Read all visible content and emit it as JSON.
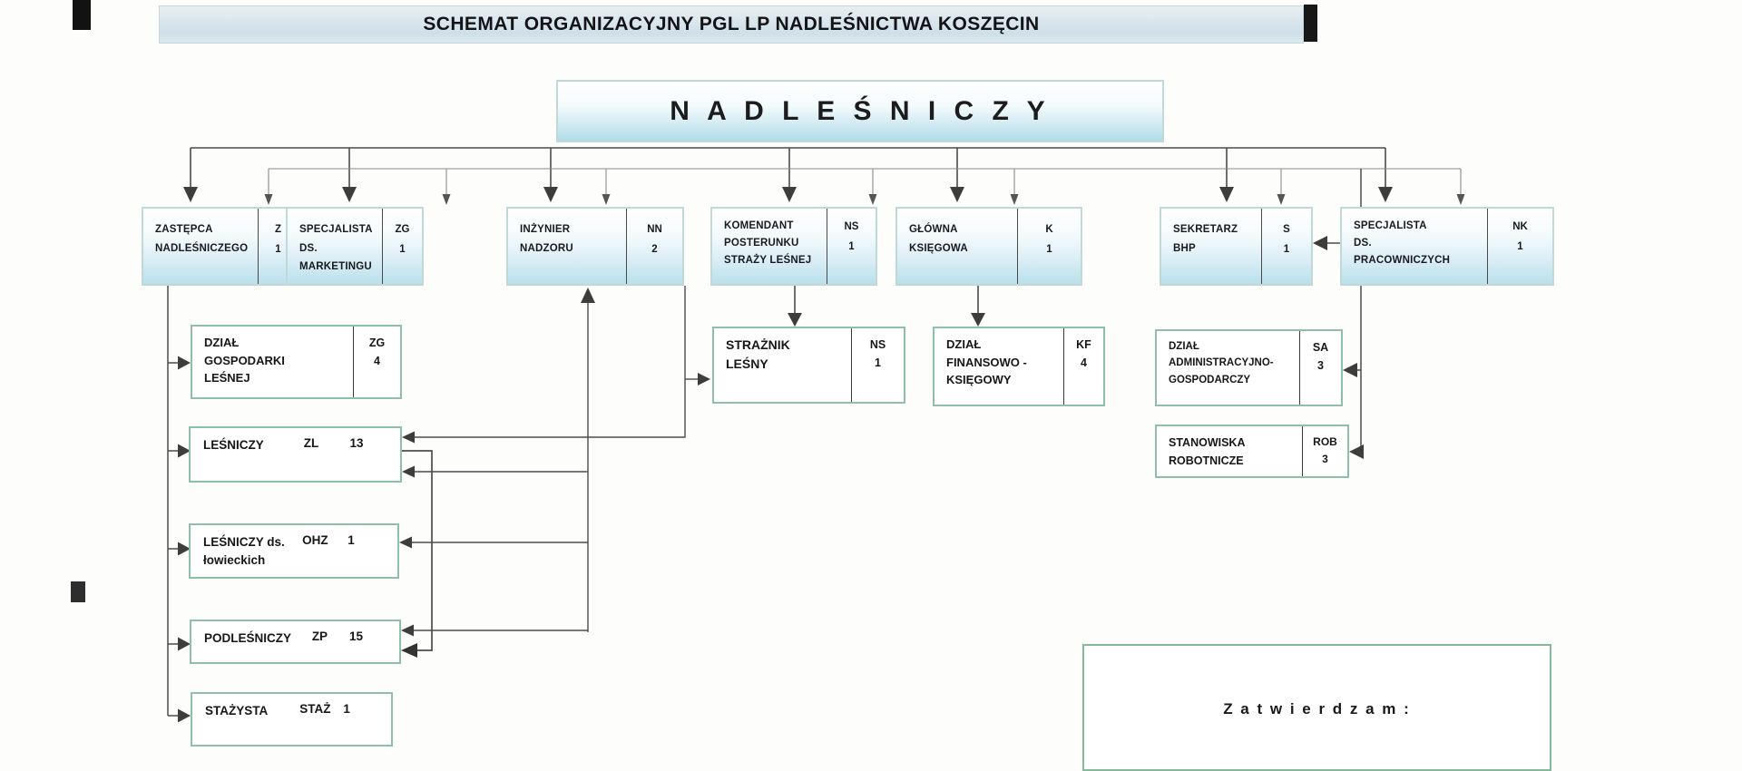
{
  "page": {
    "title": "SCHEMAT ORGANIZACYJNY PGL LP NADLEŚNICTWA KOSZĘCIN"
  },
  "root": {
    "name": "NADLEŚNICZY",
    "display": "N A D L E Ś N I C Z Y"
  },
  "approval": {
    "display": "Z a t w i e r d z a m :"
  },
  "colors": {
    "box_border_teal": "#8fbfa9",
    "top_box_border": "#c0d8d6",
    "top_box_fill_bottom": "#b9e0ec",
    "header_fill": "#d8e5ec",
    "line_color": "#4c4c4c"
  },
  "top_row": [
    {
      "title": "ZASTĘPCA\nNADLEŚNICZEGO",
      "code": "Z",
      "count": "1"
    },
    {
      "title": "SPECJALISTA DS.\nMARKETINGU",
      "code": "ZG",
      "count": "1"
    },
    {
      "title": "INŻYNIER\nNADZORU",
      "code": "NN",
      "count": "2"
    },
    {
      "title": "KOMENDANT\nPOSTERUNKU\nSTRAŻY LEŚNEJ",
      "code": "NS",
      "count": "1"
    },
    {
      "title": "GŁÓWNA\nKSIĘGOWA",
      "code": "K",
      "count": "1"
    },
    {
      "title": "SEKRETARZ\nBHP",
      "code": "S",
      "count": "1"
    },
    {
      "title": "SPECJALISTA\nDS.\nPRACOWNICZYCH",
      "code": "NK",
      "count": "1"
    }
  ],
  "dept_boxes": [
    {
      "title": "DZIAŁ\nGOSPODARKI\nLEŚNEJ",
      "code": "ZG",
      "count": "4"
    },
    {
      "title": "STRAŻNIK\nLEŚNY",
      "code": "NS",
      "count": "1"
    },
    {
      "title": "DZIAŁ\nFINANSOWO -\nKSIĘGOWY",
      "code": "KF",
      "count": "4"
    },
    {
      "title": "DZIAŁ\nADMINISTRACYJNO-\nGOSPODARCZY",
      "code": "SA",
      "count": "3"
    },
    {
      "title": "STANOWISKA\nROBOTNICZE",
      "code": "ROB",
      "count": "3"
    }
  ],
  "staff_boxes": [
    {
      "title": "LEŚNICZY",
      "code": "ZL",
      "count": "13"
    },
    {
      "title": "LEŚNICZY ds.\nłowieckich",
      "code": "OHZ",
      "count": "1"
    },
    {
      "title": "PODLEŚNICZY",
      "code": "ZP",
      "count": "15"
    },
    {
      "title": "STAŻYSTA",
      "code": "STAŻ",
      "count": "1"
    }
  ]
}
